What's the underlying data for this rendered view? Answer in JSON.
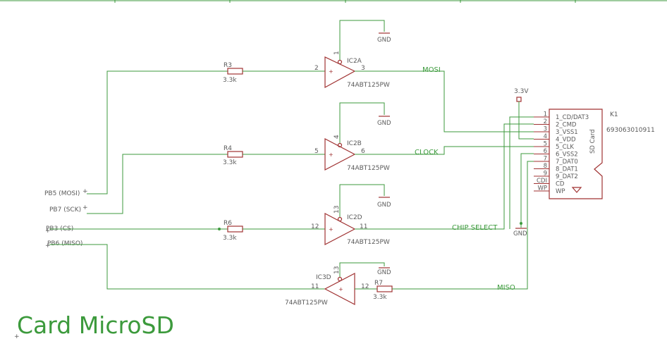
{
  "title": "Card MicroSD",
  "inputs": {
    "mosi": "PB5 (MOSI)",
    "sck": "PB7 (SCK)",
    "cs": "PB3 (CS)",
    "miso": "PB6 (MISO)"
  },
  "resistors": [
    {
      "ref": "R3",
      "value": "3.3k"
    },
    {
      "ref": "R4",
      "value": "3.3k"
    },
    {
      "ref": "R6",
      "value": "3.3k"
    },
    {
      "ref": "R7",
      "value": "3.3k"
    }
  ],
  "buffers": [
    {
      "ref": "IC2A",
      "part": "74ABT125PW",
      "pin_oe": "1",
      "pin_in": "2",
      "pin_out": "3"
    },
    {
      "ref": "IC2B",
      "part": "74ABT125PW",
      "pin_oe": "4",
      "pin_in": "5",
      "pin_out": "6"
    },
    {
      "ref": "IC2D",
      "part": "74ABT125PW",
      "pin_oe": "13",
      "pin_in": "12",
      "pin_out": "11"
    },
    {
      "ref": "IC3D",
      "part": "74ABT125PW",
      "pin_oe": "13",
      "pin_in": "12",
      "pin_out": "11"
    }
  ],
  "nets": {
    "mosi": "MOSI",
    "clock": "CLOCK",
    "cs": "CHIP SELECT",
    "miso": "MISO",
    "gnd": "GND",
    "vcc": "3.3V"
  },
  "connector": {
    "ref": "K1",
    "part": "693063010911",
    "body_label": "SD Card",
    "pins": [
      {
        "num": "1",
        "name": "1_CD/DAT3"
      },
      {
        "num": "2",
        "name": "2_CMD"
      },
      {
        "num": "3",
        "name": "3_VSS1"
      },
      {
        "num": "4",
        "name": "4_VDD"
      },
      {
        "num": "5",
        "name": "5_CLK"
      },
      {
        "num": "6",
        "name": "6_VSS2"
      },
      {
        "num": "7",
        "name": "7_DAT0"
      },
      {
        "num": "8",
        "name": "8_DAT1"
      },
      {
        "num": "9",
        "name": "9_DAT2"
      },
      {
        "num": "CDI",
        "name": "CD"
      },
      {
        "num": "WP",
        "name": "WP"
      }
    ]
  }
}
